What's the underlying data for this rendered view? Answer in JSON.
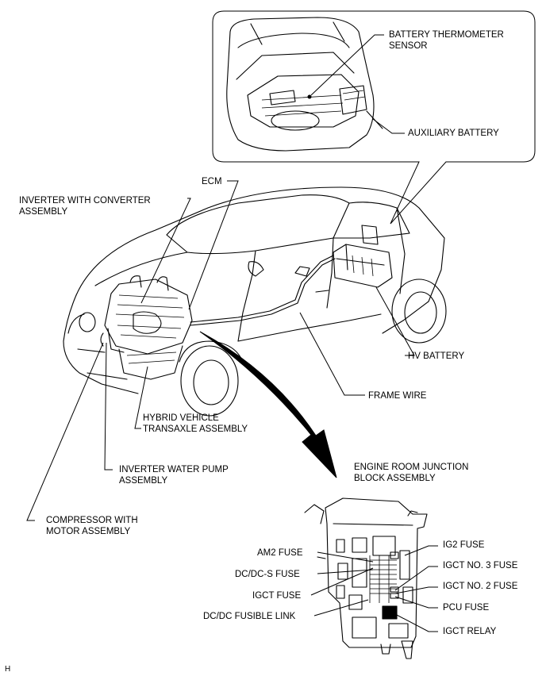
{
  "labels": {
    "battery_thermometer_sensor": [
      "BATTERY THERMOMETER",
      "SENSOR"
    ],
    "auxiliary_battery": "AUXILIARY BATTERY",
    "ecm": "ECM",
    "inverter_with_converter": [
      "INVERTER WITH CONVERTER",
      "ASSEMBLY"
    ],
    "hv_battery": "HV BATTERY",
    "frame_wire": "FRAME WIRE",
    "hybrid_vehicle_transaxle": [
      "HYBRID VEHICLE",
      "TRANSAXLE ASSEMBLY"
    ],
    "inverter_water_pump": [
      "INVERTER WATER PUMP",
      "ASSEMBLY"
    ],
    "engine_room_junction_block": [
      "ENGINE ROOM JUNCTION",
      "BLOCK ASSEMBLY"
    ],
    "compressor_with_motor": [
      "COMPRESSOR WITH",
      "MOTOR ASSEMBLY"
    ],
    "am2_fuse": "AM2 FUSE",
    "dcdc_s_fuse": "DC/DC-S FUSE",
    "igct_fuse": "IGCT FUSE",
    "dcdc_fusible_link": "DC/DC FUSIBLE LINK",
    "ig2_fuse": "IG2 FUSE",
    "igct_no3_fuse": "IGCT NO. 3 FUSE",
    "igct_no2_fuse": "IGCT NO. 2 FUSE",
    "pcu_fuse": "PCU FUSE",
    "igct_relay": "IGCT RELAY"
  },
  "corner_mark": "H"
}
